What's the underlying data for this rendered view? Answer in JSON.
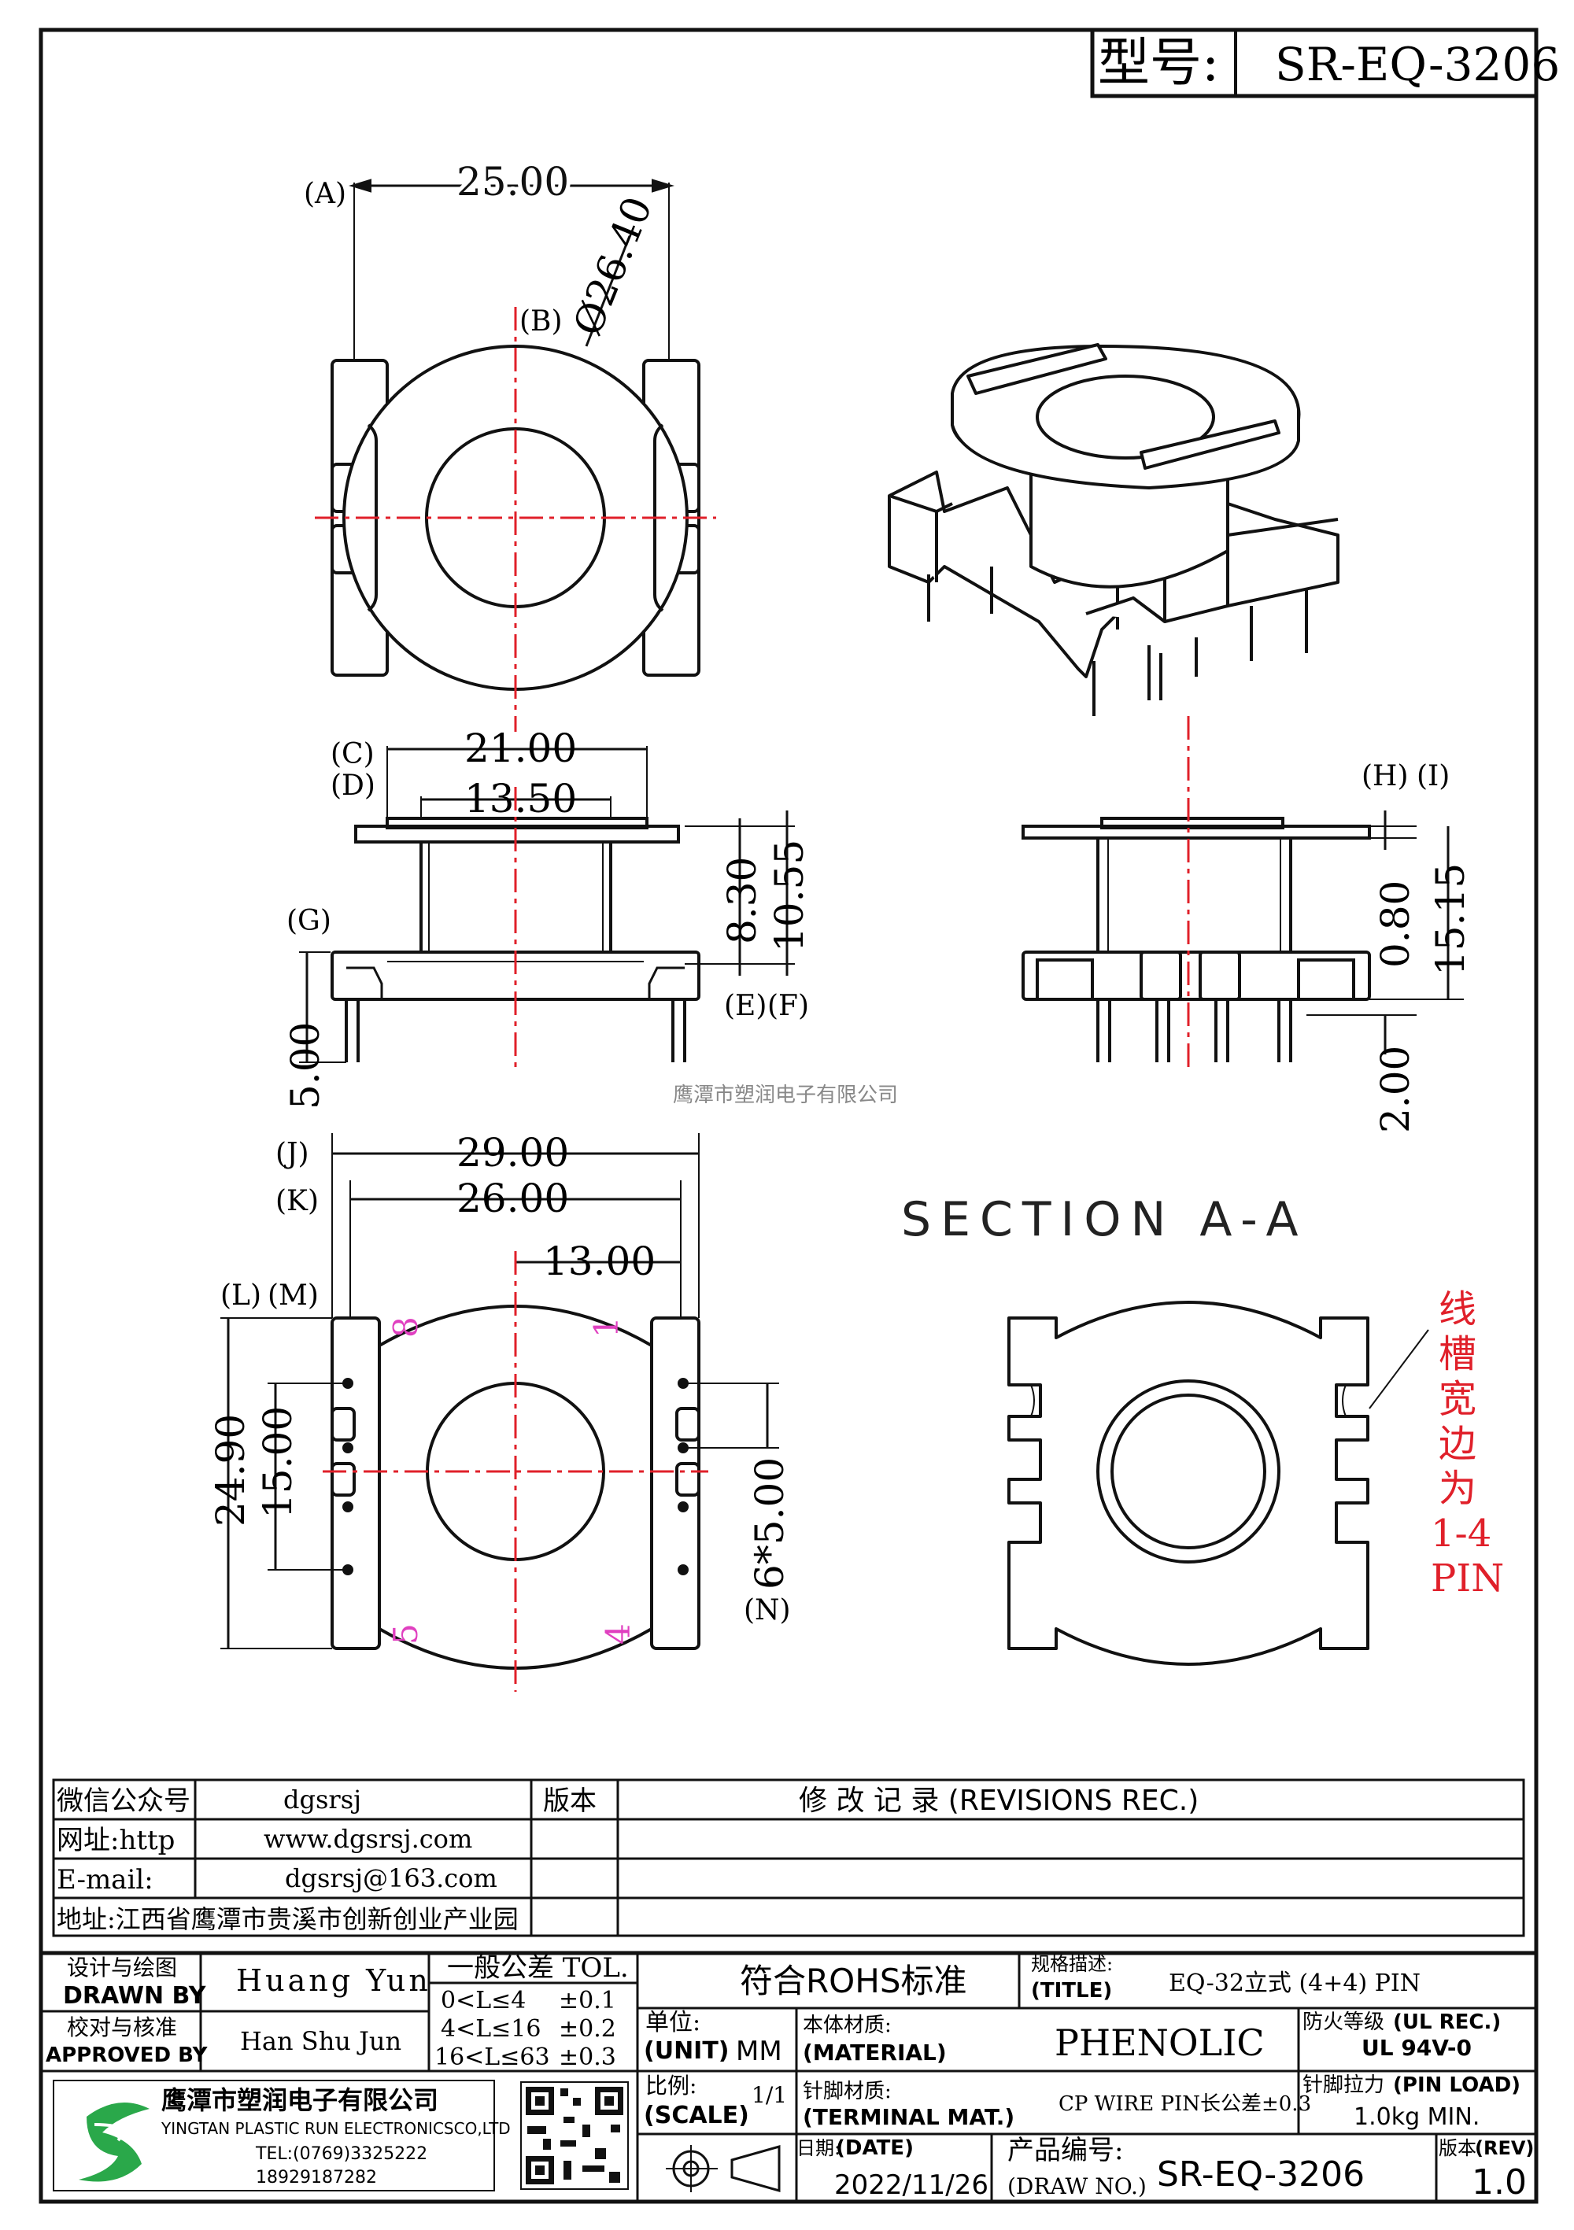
{
  "title_block_top": {
    "model_label": "型号:",
    "model_value": "SR-EQ-3206"
  },
  "views": {
    "top": {
      "A": "A",
      "B": "B",
      "width": "25.00",
      "diameter": "Ø26.40"
    },
    "front": {
      "C": "C",
      "D": "D",
      "E": "E",
      "F": "F",
      "G": "G",
      "w1": "21.00",
      "w2": "13.50",
      "h1": "8.30",
      "h2": "10.55",
      "pin": "5.00"
    },
    "side": {
      "H": "H",
      "I": "I",
      "d1": "0.80",
      "d2": "15.15",
      "d3": "2.00"
    },
    "bottom": {
      "J": "J",
      "K": "K",
      "L": "L",
      "M": "M",
      "N": "N",
      "w1": "29.00",
      "w2": "26.00",
      "w3": "13.00",
      "h1": "24.90",
      "h2": "15.00",
      "pitch": "6*5.00",
      "pin1": "1",
      "pin4": "4",
      "pin5": "5",
      "pin8": "8"
    },
    "section": {
      "title": "SECTION  A-A",
      "note_lines": [
        "线",
        "槽",
        "宽",
        "边",
        "为",
        "1-4",
        "PIN"
      ]
    }
  },
  "watermark_mid": "鹰潭市塑润电子有限公司",
  "info": {
    "wechat_label": "微信公众号",
    "wechat_value": "dgsrsj",
    "web_label": "网址:http",
    "web_value": "www.dgsrsj.com",
    "email_label": "E-mail:",
    "email_value": "dgsrsj@163.com",
    "address": "地址:江西省鹰潭市贵溪市创新创业产业园",
    "version_label": "版本",
    "revisions_title": "修 改 记 录  (REVISIONS REC.)"
  },
  "title_block": {
    "drawn_cn": "设计与绘图",
    "drawn_en": "DRAWN BY",
    "drawn_value": "Huang  Yun",
    "approved_cn": "校对与核准",
    "approved_en": "APPROVED BY",
    "approved_value": "Han Shu Jun",
    "tol_title": "一般公差 TOL.",
    "tol_rows": [
      {
        "range": "0<L≤4",
        "val": "±0.1"
      },
      {
        "range": "4<L≤16",
        "val": "±0.2"
      },
      {
        "range": "16<L≤63",
        "val": "±0.3"
      }
    ],
    "rohs": "符合ROHS标准",
    "title_cn": "规格描述:",
    "title_en": "(TITLE)",
    "title_value": "EQ-32立式 (4+4) PIN",
    "unit_cn": "单位:",
    "unit_en": "(UNIT)",
    "unit_value": "MM",
    "material_cn": "本体材质:",
    "material_en": "(MATERIAL)",
    "material_value": "PHENOLIC",
    "fire_cn": "防火等级",
    "fire_en": "(UL REC.)",
    "fire_value": "UL 94V-0",
    "scale_cn": "比例:",
    "scale_en": "(SCALE)",
    "scale_value": "1/1",
    "terminal_cn": "针脚材质:",
    "terminal_en": "(TERMINAL MAT.)",
    "terminal_value": "CP WIRE  PIN长公差±0.3",
    "pinload_cn": "针脚拉力",
    "pinload_en": "(PIN LOAD)",
    "pinload_value": "1.0kg MIN.",
    "date_cn": "日期:",
    "date_en": "(DATE)",
    "date_value": "2022/11/26",
    "drawno_cn": "产品编号:",
    "drawno_en": "(DRAW NO.)",
    "drawno_value": "SR-EQ-3206",
    "rev_cn": "版本",
    "rev_en": "(REV)",
    "rev_value": "1.0",
    "company_cn": "鹰潭市塑润电子有限公司",
    "company_en": "YINGTAN PLASTIC RUN ELECTRONICSCO,LTD",
    "tel": "TEL:(0769)3325222",
    "mobile": "18929187282"
  },
  "colors": {
    "line": "#1a1a1a",
    "center": "#e0202a",
    "pin_label": "#e040c0",
    "note": "#e0202a",
    "logo": "#2aa84a"
  }
}
